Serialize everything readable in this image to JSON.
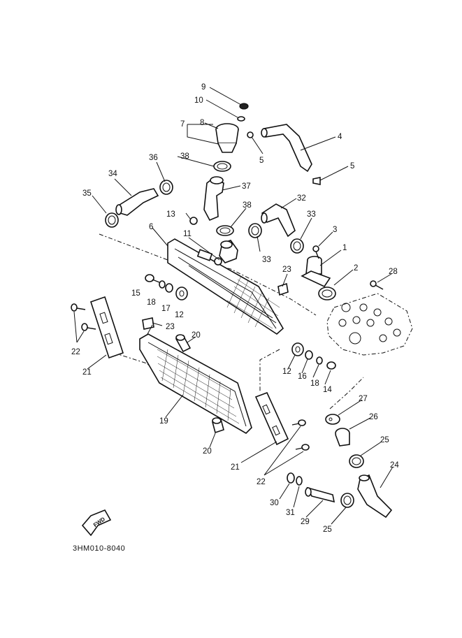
{
  "diagram": {
    "document_code": "3HM010-8040",
    "direction_arrow": "FWD",
    "callouts": {
      "c1": "1",
      "c2": "2",
      "c3": "3",
      "c4": "4",
      "c5a": "5",
      "c5b": "5",
      "c6": "6",
      "c7": "7",
      "c8": "8",
      "c9": "9",
      "c10": "10",
      "c11": "11",
      "c12a": "12",
      "c12b": "12",
      "c13": "13",
      "c14": "14",
      "c15": "15",
      "c16": "16",
      "c17": "17",
      "c18a": "18",
      "c18b": "18",
      "c19": "19",
      "c20a": "20",
      "c20b": "20",
      "c21a": "21",
      "c21b": "21",
      "c22a": "22",
      "c22b": "22",
      "c23a": "23",
      "c23b": "23",
      "c24": "24",
      "c25a": "25",
      "c25b": "25",
      "c26": "26",
      "c27": "27",
      "c28": "28",
      "c29": "29",
      "c30": "30",
      "c31": "31",
      "c32": "32",
      "c33a": "33",
      "c33b": "33",
      "c34": "34",
      "c35": "35",
      "c36": "36",
      "c37": "37",
      "c38a": "38",
      "c38b": "38"
    }
  }
}
